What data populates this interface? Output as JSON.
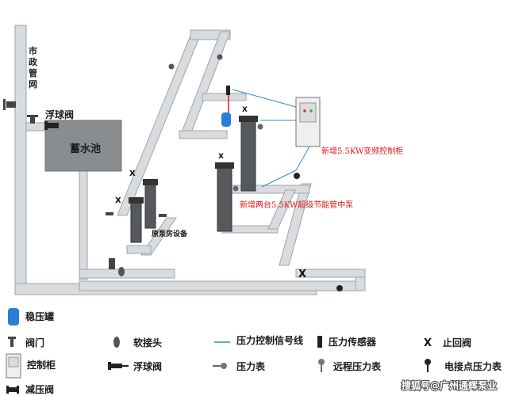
{
  "labels": {
    "municipal_main": [
      "市",
      "政",
      "管",
      "网"
    ],
    "float_valve": "浮球阀",
    "reservoir": "蓄水池",
    "original_pump_room": "原泵房设备",
    "new_vfd_cabinet": "新增5.5KW变频控制柜",
    "new_pumps": "新增两台5.5KW超级节能管中泵"
  },
  "legend": {
    "pressure_tank": "稳压罐",
    "valve": "阀门",
    "flex_joint": "软接头",
    "signal_line": "压力控制信号线",
    "pressure_sensor": "压力传感器",
    "check_valve": "止回阀",
    "control_cabinet": "控制柜",
    "float_valve": "浮球阀",
    "pressure_gauge": "压力表",
    "remote_gauge": "远程压力表",
    "contact_gauge": "电接点压力表",
    "reducing_valve": "减压阀"
  },
  "watermark": "搜狐号@广州通辉泵业",
  "colors": {
    "pipe": "#d9dcdf",
    "pipe_edge": "#9fa4a9",
    "tank": "#8a8d90",
    "pump": "#55595e",
    "signal": "#2a8cd6",
    "red_text": "#e01818"
  }
}
